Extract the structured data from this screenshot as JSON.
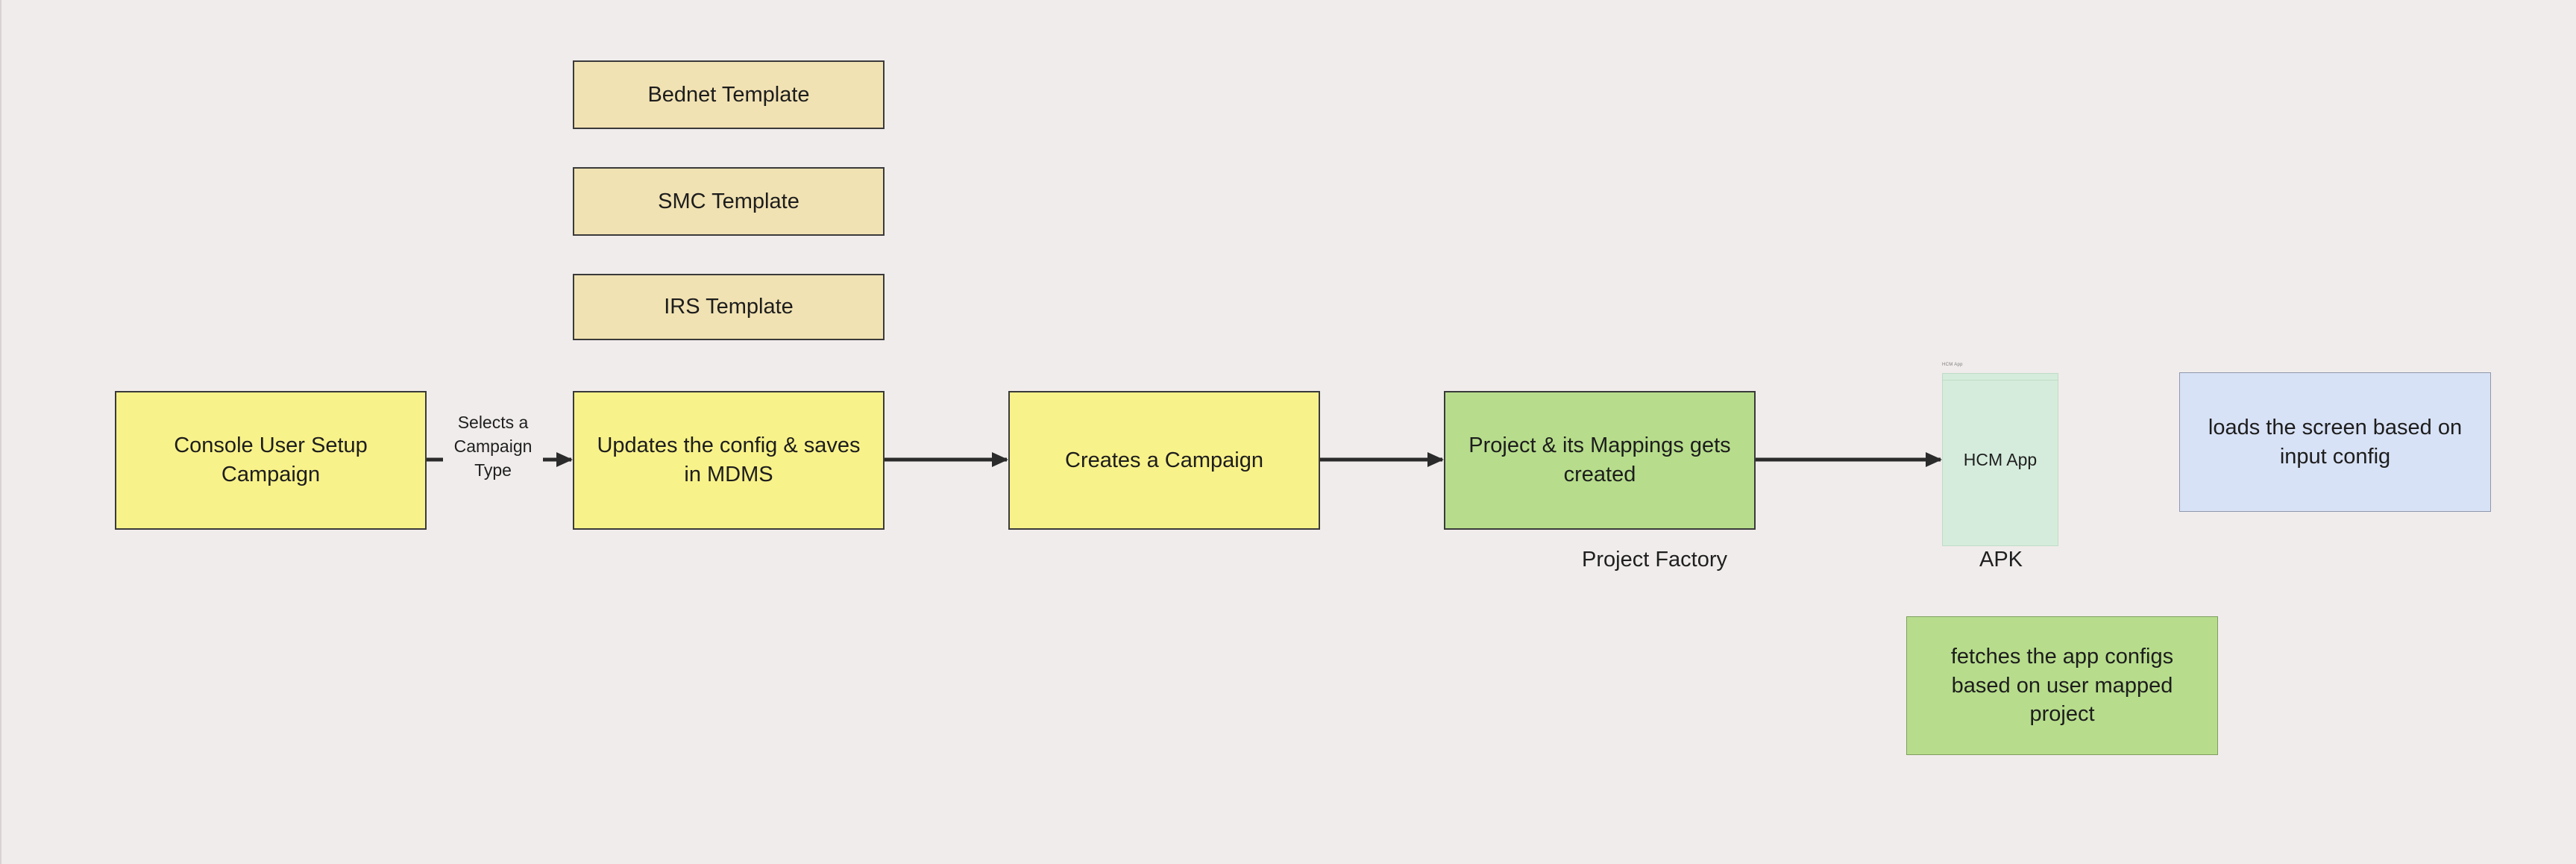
{
  "nodes": {
    "console_user": "Console User Setup Campaign",
    "bednet_template": "Bednet Template",
    "smc_template": "SMC Template",
    "irs_template": "IRS Template",
    "updates_config": "Updates the config & saves in MDMS",
    "creates_campaign": "Creates a Campaign",
    "project_mappings": "Project & its Mappings gets created",
    "hcm_app": "HCM App",
    "loads_screen": "loads the screen based on input config",
    "fetches_configs": "fetches the app configs based on user mapped project"
  },
  "edge_labels": {
    "selects_type": "Selects a Campaign Type"
  },
  "captions": {
    "project_factory": "Project Factory",
    "apk": "APK"
  },
  "phone_header_text": "HCM App",
  "colors": {
    "background": "#f1ecec",
    "yellow": "#f8f28a",
    "tan": "#f1e2b3",
    "green": "#b7dd8c",
    "light_green": "#d5ecdc",
    "blue": "#d8e2f6",
    "arrow": "#2b2b2b"
  }
}
